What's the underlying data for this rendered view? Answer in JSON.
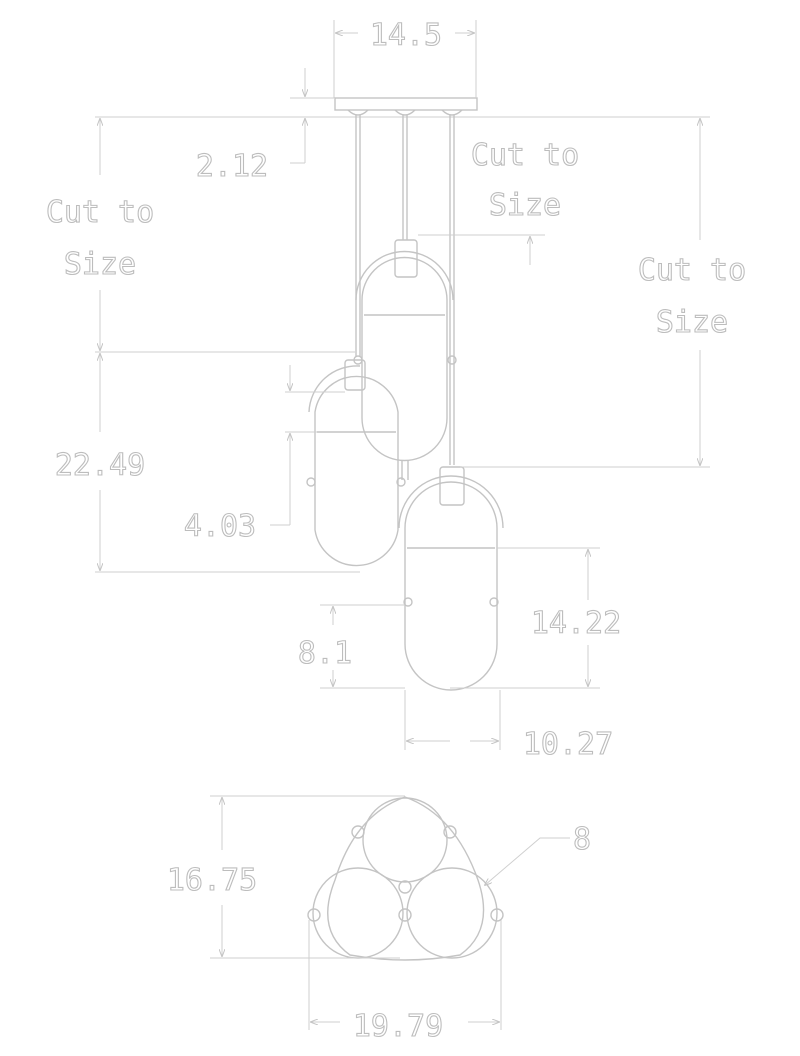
{
  "title": "Three-light pendant dimension drawing",
  "dimensions": {
    "canopy_width": "14.5",
    "canopy_height": "2.12",
    "cut_left_1": "Cut to",
    "cut_left_2": "Size",
    "cut_mid_1": "Cut to",
    "cut_mid_2": "Size",
    "cut_right_1": "Cut to",
    "cut_right_2": "Size",
    "overall_shade_drop": "22.49",
    "shade_offset": "4.03",
    "shade_height": "14.22",
    "lower_height": "8.1",
    "shade_width": "10.27",
    "cluster_depth": "16.75",
    "cluster_width": "19.79",
    "callout": "8"
  },
  "colors": {
    "line": "#c4c4c4"
  }
}
